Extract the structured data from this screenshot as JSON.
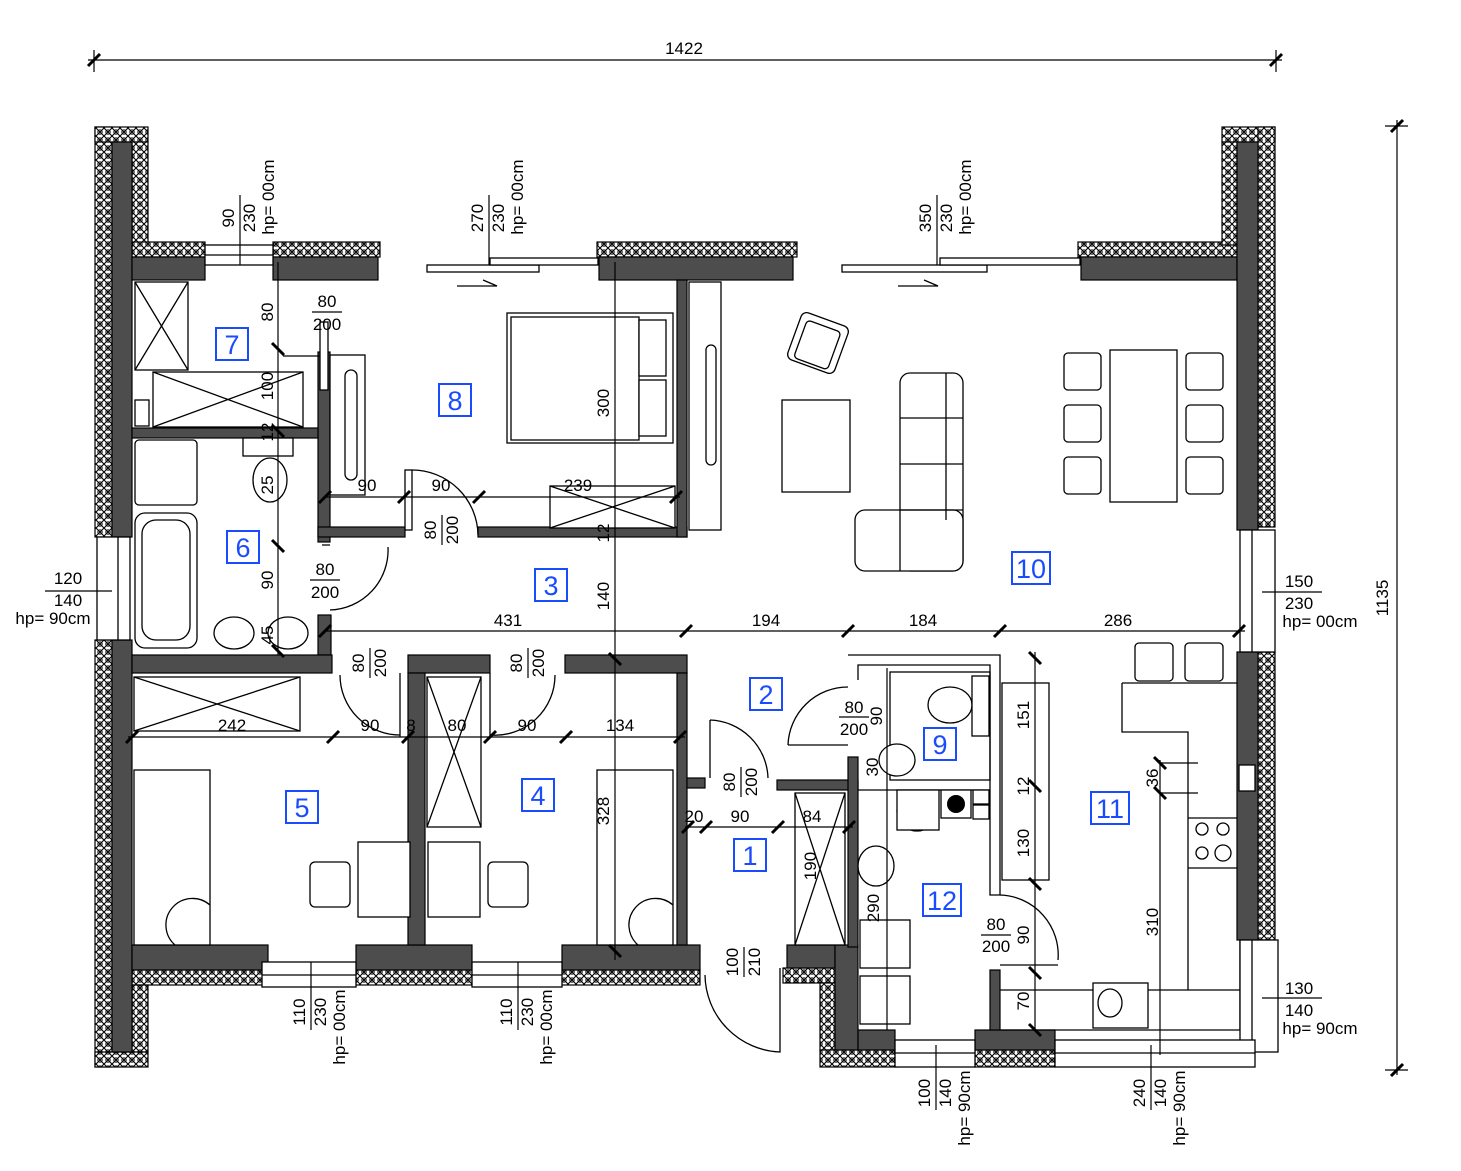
{
  "overall": {
    "width": "1422",
    "height": "1135"
  },
  "rooms": [
    "1",
    "2",
    "3",
    "4",
    "5",
    "6",
    "7",
    "8",
    "9",
    "10",
    "11",
    "12"
  ],
  "windows": {
    "top1": [
      "90",
      "230",
      "hp= 00cm"
    ],
    "top2": [
      "270",
      "230",
      "hp= 00cm"
    ],
    "top3": [
      "350",
      "230",
      "hp= 00cm"
    ],
    "left": [
      "120",
      "140",
      "hp= 90cm"
    ],
    "right": [
      "150",
      "230",
      "hp= 00cm"
    ],
    "right_bottom": [
      "130",
      "140",
      "hp= 90cm"
    ],
    "bottom1": [
      "110",
      "230",
      "hp= 00cm"
    ],
    "bottom2": [
      "110",
      "230",
      "hp= 00cm"
    ],
    "bottom3": [
      "100",
      "140",
      "hp= 90cm"
    ],
    "bottom4": [
      "240",
      "140",
      "hp= 90cm"
    ]
  },
  "doors": {
    "d7": [
      "80",
      "200"
    ],
    "d6": [
      "80",
      "200"
    ],
    "d8": [
      "80",
      "200"
    ],
    "d5": [
      "80",
      "200"
    ],
    "d4": [
      "80",
      "200"
    ],
    "d1": [
      "80",
      "200"
    ],
    "d9": [
      "80",
      "200"
    ],
    "d12": [
      "80",
      "200"
    ],
    "entry": [
      "100",
      "210"
    ]
  },
  "dims": {
    "v7_80": "80",
    "v7_100": "100",
    "v7_12": "12",
    "v6_25": "25",
    "v6_90": "90",
    "v6_45": "45",
    "h8_90a": "90",
    "h8_90b": "90",
    "h8_239": "239",
    "v8_300": "300",
    "v8_12": "12",
    "v3_140": "140",
    "h_431": "431",
    "h_194": "194",
    "h_184": "184",
    "h_286": "286",
    "h5_242": "242",
    "h5_90": "90",
    "h_8": "8",
    "h4_80": "80",
    "h4_90": "90",
    "h4_134": "134",
    "v4_328": "328",
    "h1_20": "20",
    "h1_90": "90",
    "h1_84": "84",
    "v1_190": "190",
    "v12_290": "290",
    "v9_90": "90",
    "v9_30": "30",
    "v11_151": "151",
    "v11_12": "12",
    "v11_130": "130",
    "v11_90": "90",
    "v11_70": "70",
    "v11_36": "36",
    "v11_310": "310"
  }
}
